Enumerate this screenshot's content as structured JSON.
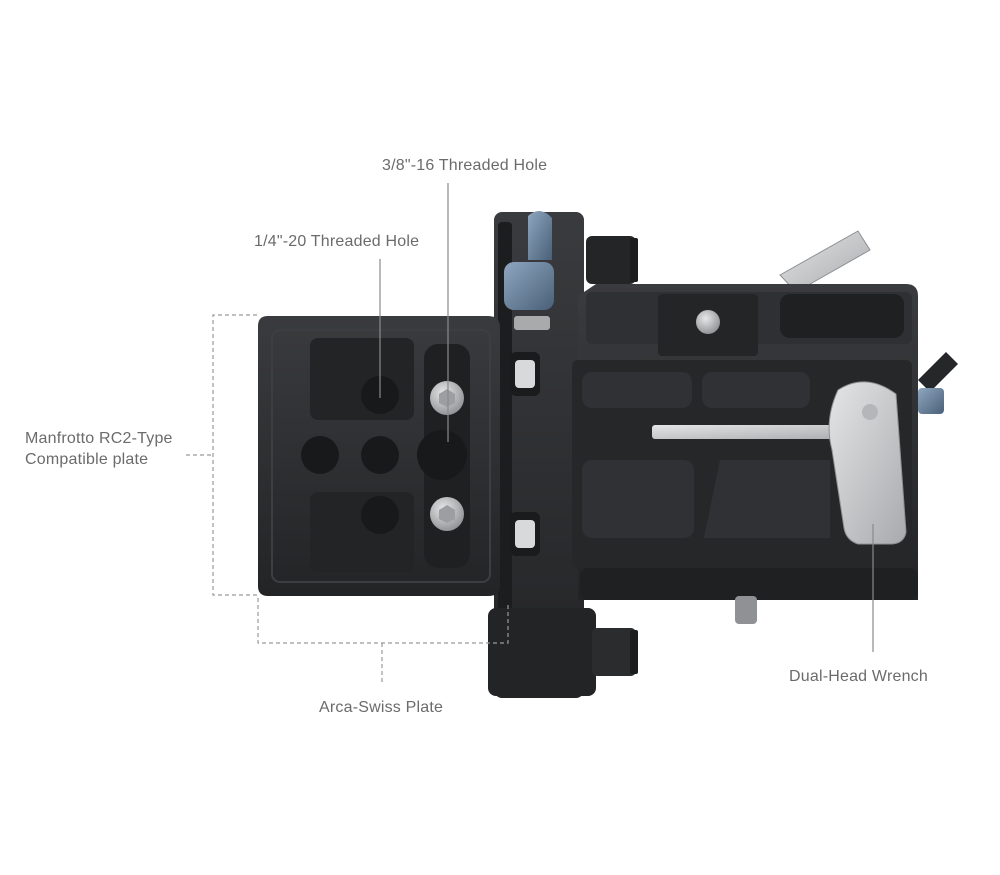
{
  "callouts": {
    "threaded_3_8": "3/8\"-16 Threaded Hole",
    "threaded_1_4": "1/4\"-20 Threaded Hole",
    "manfrotto_line1": "Manfrotto RC2-Type",
    "manfrotto_line2": "Compatible plate",
    "arca_swiss": "Arca-Swiss Plate",
    "wrench": "Dual-Head Wrench"
  },
  "colors": {
    "body": "#2b2c2e",
    "body_dark": "#1c1d1f",
    "body_edge": "#3d3e41",
    "accent_blue": "#5d7590",
    "wrench": "#c9cbcd",
    "text": "#6b6b6b",
    "leader": "#8a8a8a"
  }
}
